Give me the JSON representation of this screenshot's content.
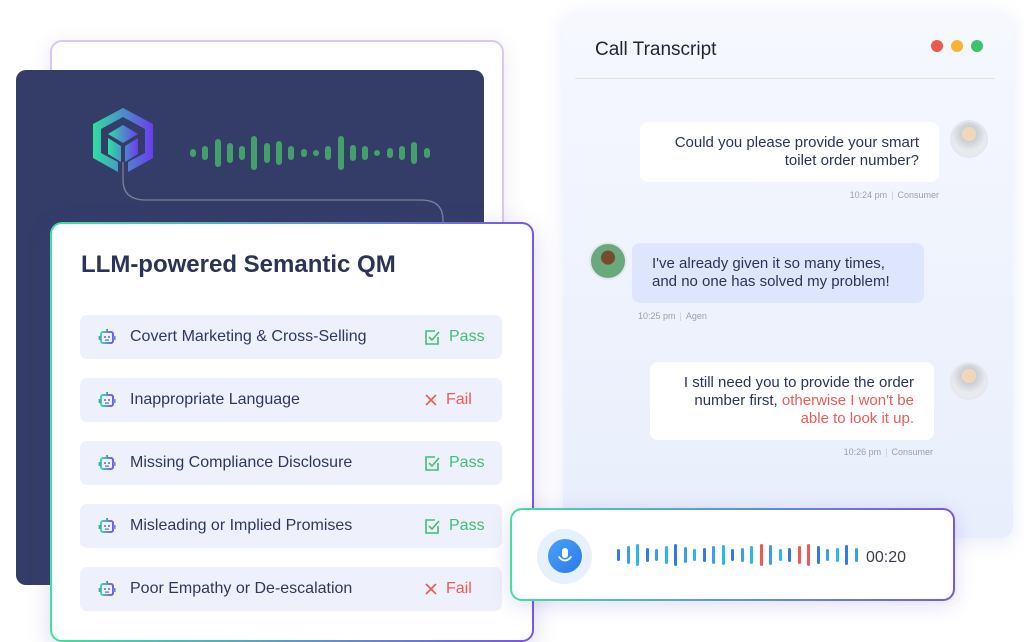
{
  "qm": {
    "title": "LLM-powered Semantic QM",
    "items": [
      {
        "label": "Covert Marketing & Cross-Selling",
        "result": "Pass"
      },
      {
        "label": "Inappropriate Language",
        "result": "Fail"
      },
      {
        "label": "Missing Compliance Disclosure",
        "result": "Pass"
      },
      {
        "label": "Misleading or Implied Promises",
        "result": "Pass"
      },
      {
        "label": "Poor Empathy or De-escalation",
        "result": "Fail"
      }
    ]
  },
  "transcript": {
    "title": "Call Transcript",
    "messages": [
      {
        "text": "Could you please provide your smart toilet order number?",
        "time": "10:24 pm",
        "role": "Consumer"
      },
      {
        "text": "I've already given it so many times, and no one has solved my problem!",
        "time": "10:25 pm",
        "role": "Agen"
      },
      {
        "text": "I still need you to provide the order number first, ",
        "highlight": "otherwise I won't be able to look it up.",
        "time": "10:26 pm",
        "role": "Consumer"
      }
    ]
  },
  "audio": {
    "timer": "00:20"
  },
  "colors": {
    "pass": "#3fbf73",
    "fail": "#ef5a55",
    "dark": "#343d68",
    "accent": "#7b55e8"
  }
}
